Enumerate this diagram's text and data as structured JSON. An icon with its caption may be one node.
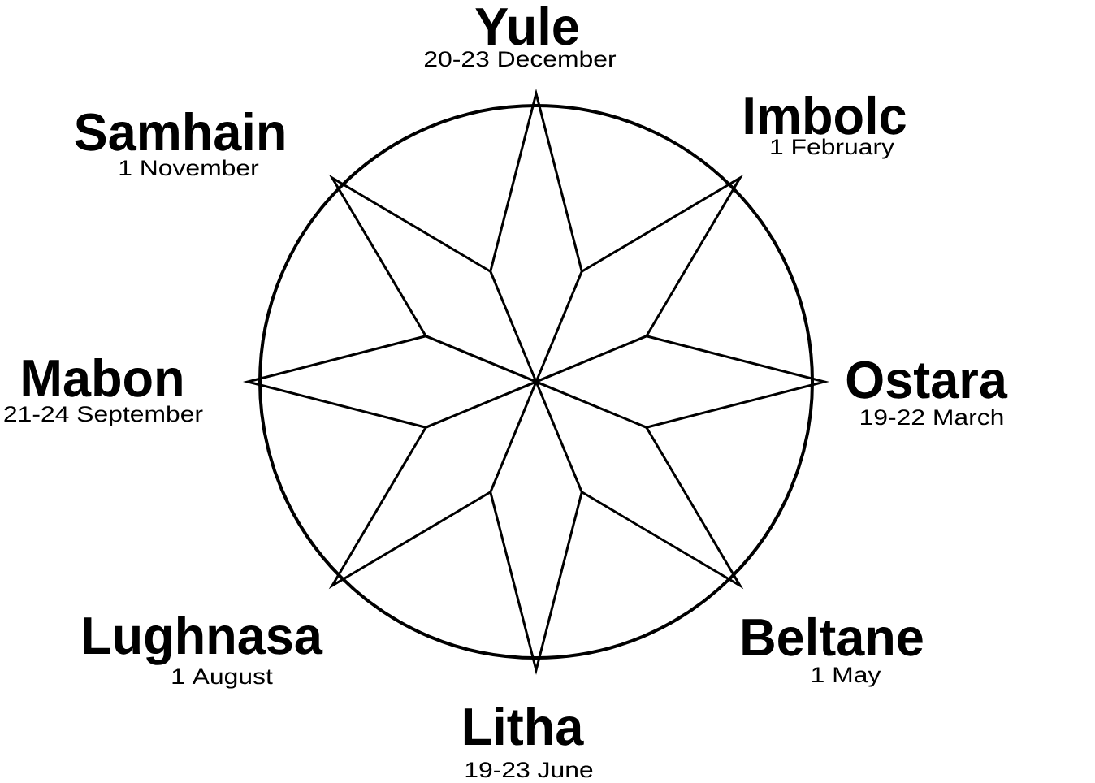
{
  "diagram": {
    "labels": [
      "Yule",
      "20-23 December",
      "Imbolc",
      "1 February",
      "Samhain",
      "1 November",
      "Mabon",
      "21-24 September",
      "Ostara",
      "19-22 March",
      "Lughnasa",
      "1 August",
      "Beltane",
      "1 May",
      "Litha",
      "19-23 June"
    ]
  }
}
